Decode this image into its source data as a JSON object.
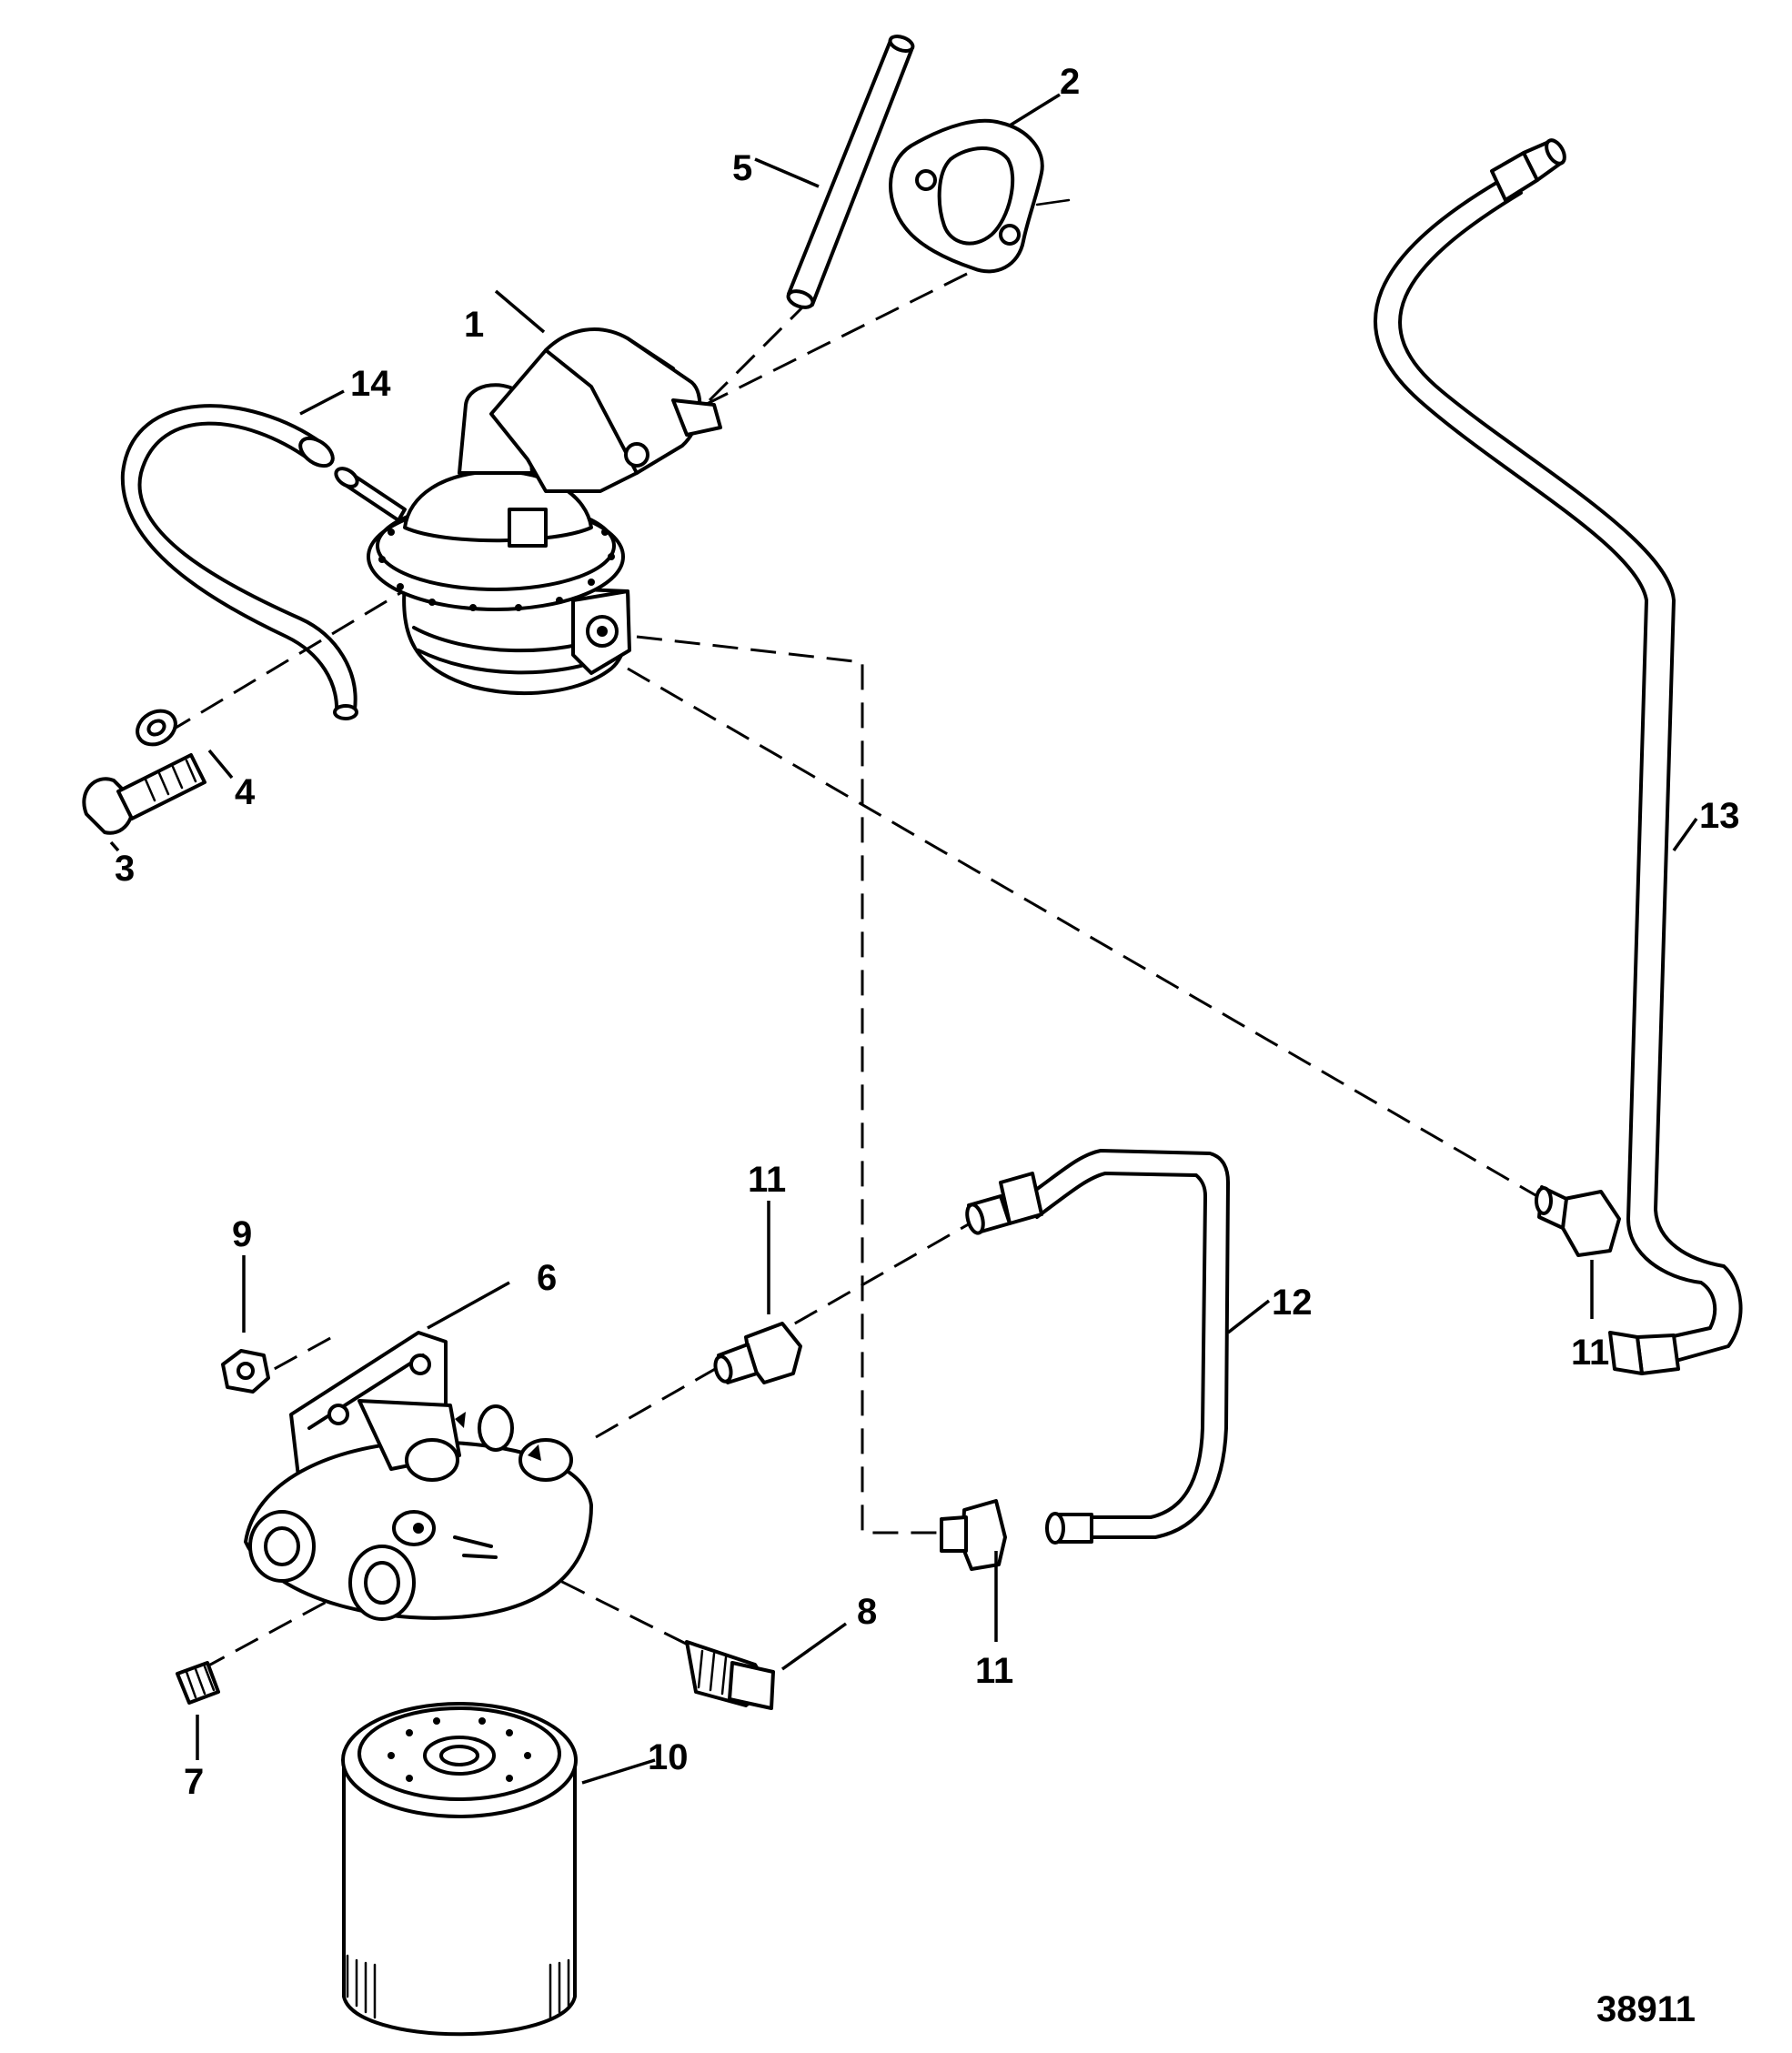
{
  "diagram": {
    "figure_number": "38911",
    "callouts": [
      {
        "id": "c1",
        "label": "1"
      },
      {
        "id": "c2",
        "label": "2"
      },
      {
        "id": "c3",
        "label": "3"
      },
      {
        "id": "c4",
        "label": "4"
      },
      {
        "id": "c5",
        "label": "5"
      },
      {
        "id": "c6",
        "label": "6"
      },
      {
        "id": "c7",
        "label": "7"
      },
      {
        "id": "c8",
        "label": "8"
      },
      {
        "id": "c9",
        "label": "9"
      },
      {
        "id": "c10",
        "label": "10"
      },
      {
        "id": "c11a",
        "label": "11"
      },
      {
        "id": "c11b",
        "label": "11"
      },
      {
        "id": "c11c",
        "label": "11"
      },
      {
        "id": "c12",
        "label": "12"
      },
      {
        "id": "c13",
        "label": "13"
      },
      {
        "id": "c14",
        "label": "14"
      }
    ]
  }
}
